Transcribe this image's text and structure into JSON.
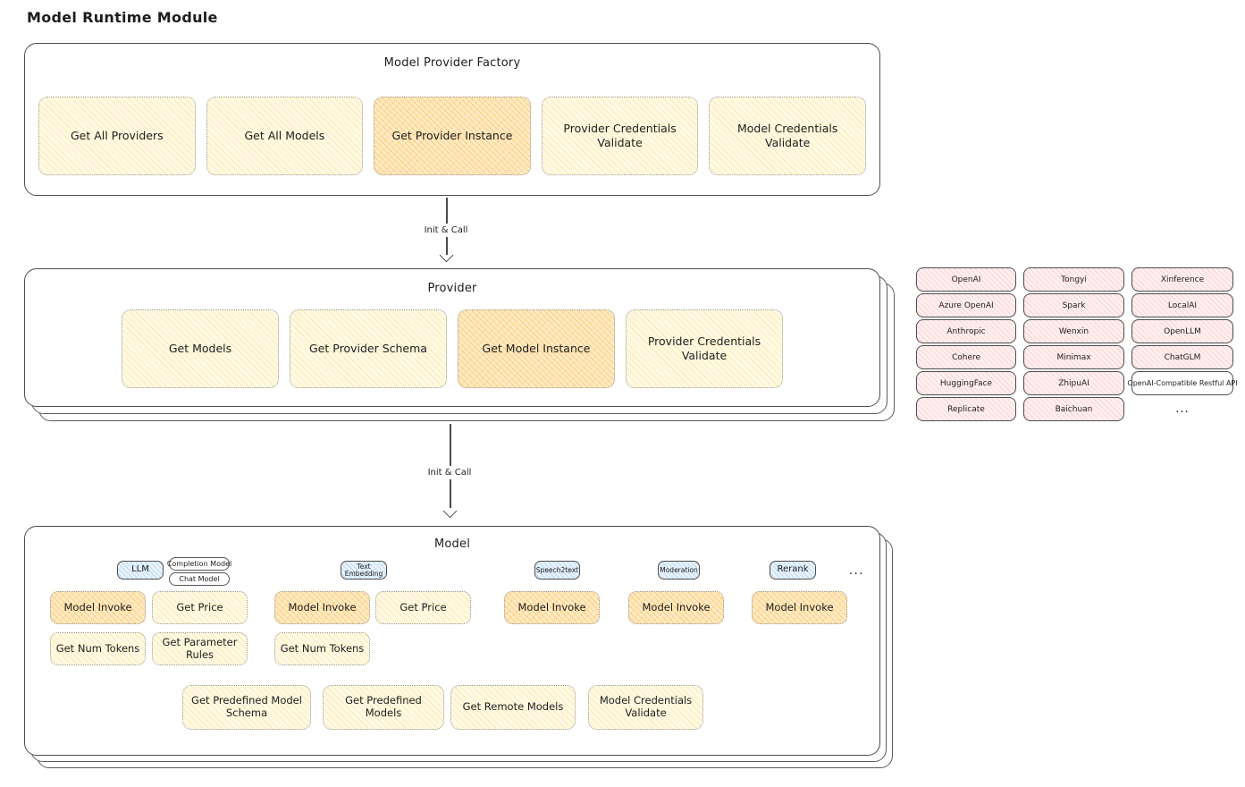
{
  "title": "Model Runtime Module",
  "factory": {
    "title": "Model Provider Factory",
    "buttons": [
      {
        "label": "Get All Providers",
        "highlight": false
      },
      {
        "label": "Get All Models",
        "highlight": false
      },
      {
        "label": "Get Provider Instance",
        "highlight": true
      },
      {
        "label": "Provider Credentials Validate",
        "highlight": false
      },
      {
        "label": "Model Credentials Validate",
        "highlight": false
      }
    ]
  },
  "arrows": [
    {
      "label": "Init & Call"
    },
    {
      "label": "Init & Call"
    }
  ],
  "provider": {
    "title": "Provider",
    "buttons": [
      {
        "label": "Get Models",
        "highlight": false
      },
      {
        "label": "Get Provider Schema",
        "highlight": false
      },
      {
        "label": "Get Model Instance",
        "highlight": true
      },
      {
        "label": "Provider Credentials Validate",
        "highlight": false
      }
    ]
  },
  "provider_list": {
    "columns": [
      [
        "OpenAI",
        "Azure OpenAI",
        "Anthropic",
        "Cohere",
        "HuggingFace",
        "Replicate"
      ],
      [
        "Tongyi",
        "Spark",
        "Wenxin",
        "Minimax",
        "ZhipuAI",
        "Baichuan"
      ],
      [
        "Xinference",
        "LocalAI",
        "OpenLLM",
        "ChatGLM",
        "OpenAI-Compatible Restful API"
      ]
    ],
    "plain_cells": [
      "OpenAI-Compatible Restful API"
    ],
    "ellipsis": "..."
  },
  "model": {
    "title": "Model",
    "groups": [
      {
        "tag": "LLM",
        "subtags": [
          "Completion Model",
          "Chat Model"
        ],
        "row1": [
          {
            "label": "Model Invoke",
            "highlight": true
          },
          {
            "label": "Get Price",
            "highlight": false
          }
        ],
        "row2": [
          {
            "label": "Get Num Tokens",
            "highlight": false
          },
          {
            "label": "Get Parameter Rules",
            "highlight": false
          }
        ]
      },
      {
        "tag": "Text Embedding",
        "subtags": [],
        "row1": [
          {
            "label": "Model Invoke",
            "highlight": true
          },
          {
            "label": "Get Price",
            "highlight": false
          }
        ],
        "row2": [
          {
            "label": "Get Num Tokens",
            "highlight": false
          }
        ]
      },
      {
        "tag": "Speech2text",
        "subtags": [],
        "row1": [
          {
            "label": "Model Invoke",
            "highlight": true
          }
        ],
        "row2": []
      },
      {
        "tag": "Moderation",
        "subtags": [],
        "row1": [
          {
            "label": "Model Invoke",
            "highlight": true
          }
        ],
        "row2": []
      },
      {
        "tag": "Rerank",
        "subtags": [],
        "row1": [
          {
            "label": "Model Invoke",
            "highlight": true
          }
        ],
        "row2": []
      }
    ],
    "ellipsis": "...",
    "bottom_buttons": [
      {
        "label": "Get Predefined Model Schema"
      },
      {
        "label": "Get Predefined Models"
      },
      {
        "label": "Get Remote Models"
      },
      {
        "label": "Model Credentials Validate"
      }
    ]
  },
  "colors": {
    "node_yellow_bg": "#fffae7",
    "node_yellow_hatch": "#ffd86b",
    "node_orange_bg": "#ffedc9",
    "node_orange_hatch": "#ffb242",
    "provider_pink_bg": "#fff1f1",
    "provider_pink_hatch": "#ff9696",
    "tag_blue_bg": "#e9f3fc",
    "tag_blue_hatch": "#6eafeb",
    "stroke_dark": "#4d4d4d",
    "stroke_dotted": "#9a9a9a",
    "text": "#1d1d1d"
  }
}
